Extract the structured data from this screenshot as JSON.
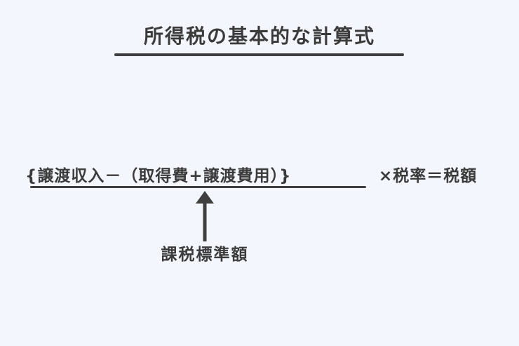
{
  "title": "所得税の基本的な計算式",
  "formula": {
    "lhs": "{譲渡収入－（取得費+譲渡費用）}",
    "rhs": "×税率＝税額"
  },
  "arrow_label": "課税標準額"
}
